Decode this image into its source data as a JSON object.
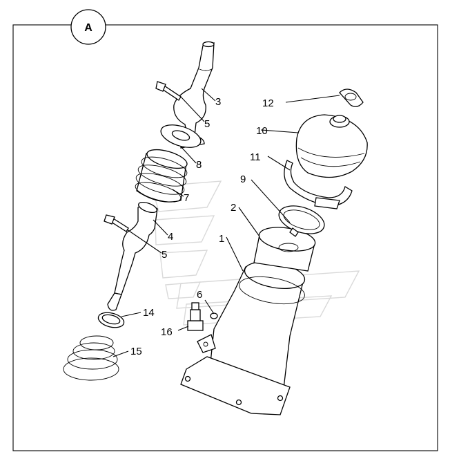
{
  "view_badge": "A",
  "callouts": {
    "p1": "1",
    "p2": "2",
    "p3": "3",
    "p4": "4",
    "p5a": "5",
    "p5b": "5",
    "p6": "6",
    "p7": "7",
    "p8": "8",
    "p9": "9",
    "p10": "10",
    "p11": "11",
    "p12": "12",
    "p14": "14",
    "p15": "15",
    "p16": "16"
  }
}
